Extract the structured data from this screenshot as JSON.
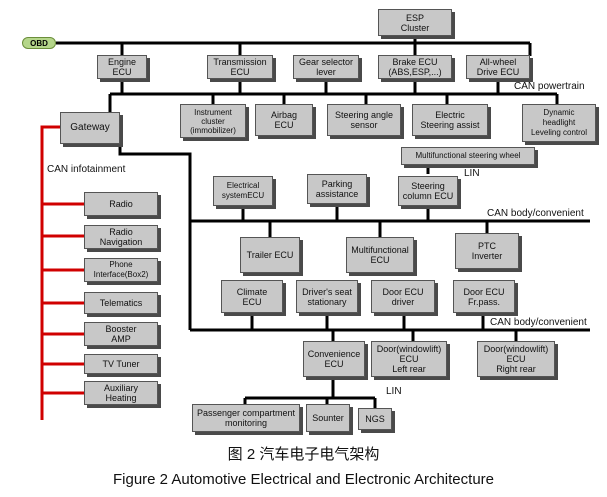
{
  "obd_label": "OBD",
  "buses": {
    "powertrain": "CAN powertrain",
    "infotainment": "CAN infotainment",
    "body1": "CAN body/convenient",
    "body2": "CAN body/convenient",
    "lin1": "LIN",
    "lin2": "LIN"
  },
  "boxes": {
    "esp": "ESP\nCluster",
    "engine": "Engine\nECU",
    "transmission": "Transmission\nECU",
    "gear": "Gear selector\nlever",
    "brake": "Brake ECU\n(ABS,ESP,...)",
    "awd": "All-wheel\nDrive ECU",
    "gateway": "Gateway",
    "instrument": "Instrument\ncluster\n(immobilizer)",
    "airbag": "Airbag\nECU",
    "steering_angle": "Steering angle\nsensor",
    "electric_steering": "Electric\nSteering assist",
    "dynamic_headlight": "Dynamic\nheadlight\nLeveling control",
    "mf_wheel": "Multifunctional steering wheel",
    "electrical_system": "Electrical\nsystemECU",
    "parking": "Parking\nassistance",
    "steering_column": "Steering\ncolumn ECU",
    "radio": "Radio",
    "radio_nav": "Radio\nNavigation",
    "phone": "Phone\nInterface(Box2)",
    "telematics": "Telematics",
    "booster": "Booster\nAMP",
    "tv": "TV Tuner",
    "aux_heat": "Auxiliary\nHeating",
    "trailer": "Trailer ECU",
    "multifunctional": "Multifunctional\nECU",
    "ptc": "PTC\nInverter",
    "climate": "Climate\nECU",
    "seat": "Driver's seat\nstationary",
    "door_driver": "Door ECU\ndriver",
    "door_fr": "Door ECU\nFr.pass.",
    "convenience": "Convenience\nECU",
    "door_left_rear": "Door(windowlift)\nECU\nLeft rear",
    "door_right_rear": "Door(windowlift)\nECU\nRight rear",
    "passenger_mon": "Passenger compartment\nmonitoring",
    "sounter": "Sounter",
    "ngs": "NGS"
  },
  "caption_cn": "图 2 汽车电子电气架构",
  "caption_en": "Figure 2 Automotive Electrical and Electronic Architecture",
  "colors": {
    "bus": "#000000",
    "infotainment_bus": "#d00000",
    "box": "#c8c8c8",
    "obd": "#b5d68a"
  }
}
